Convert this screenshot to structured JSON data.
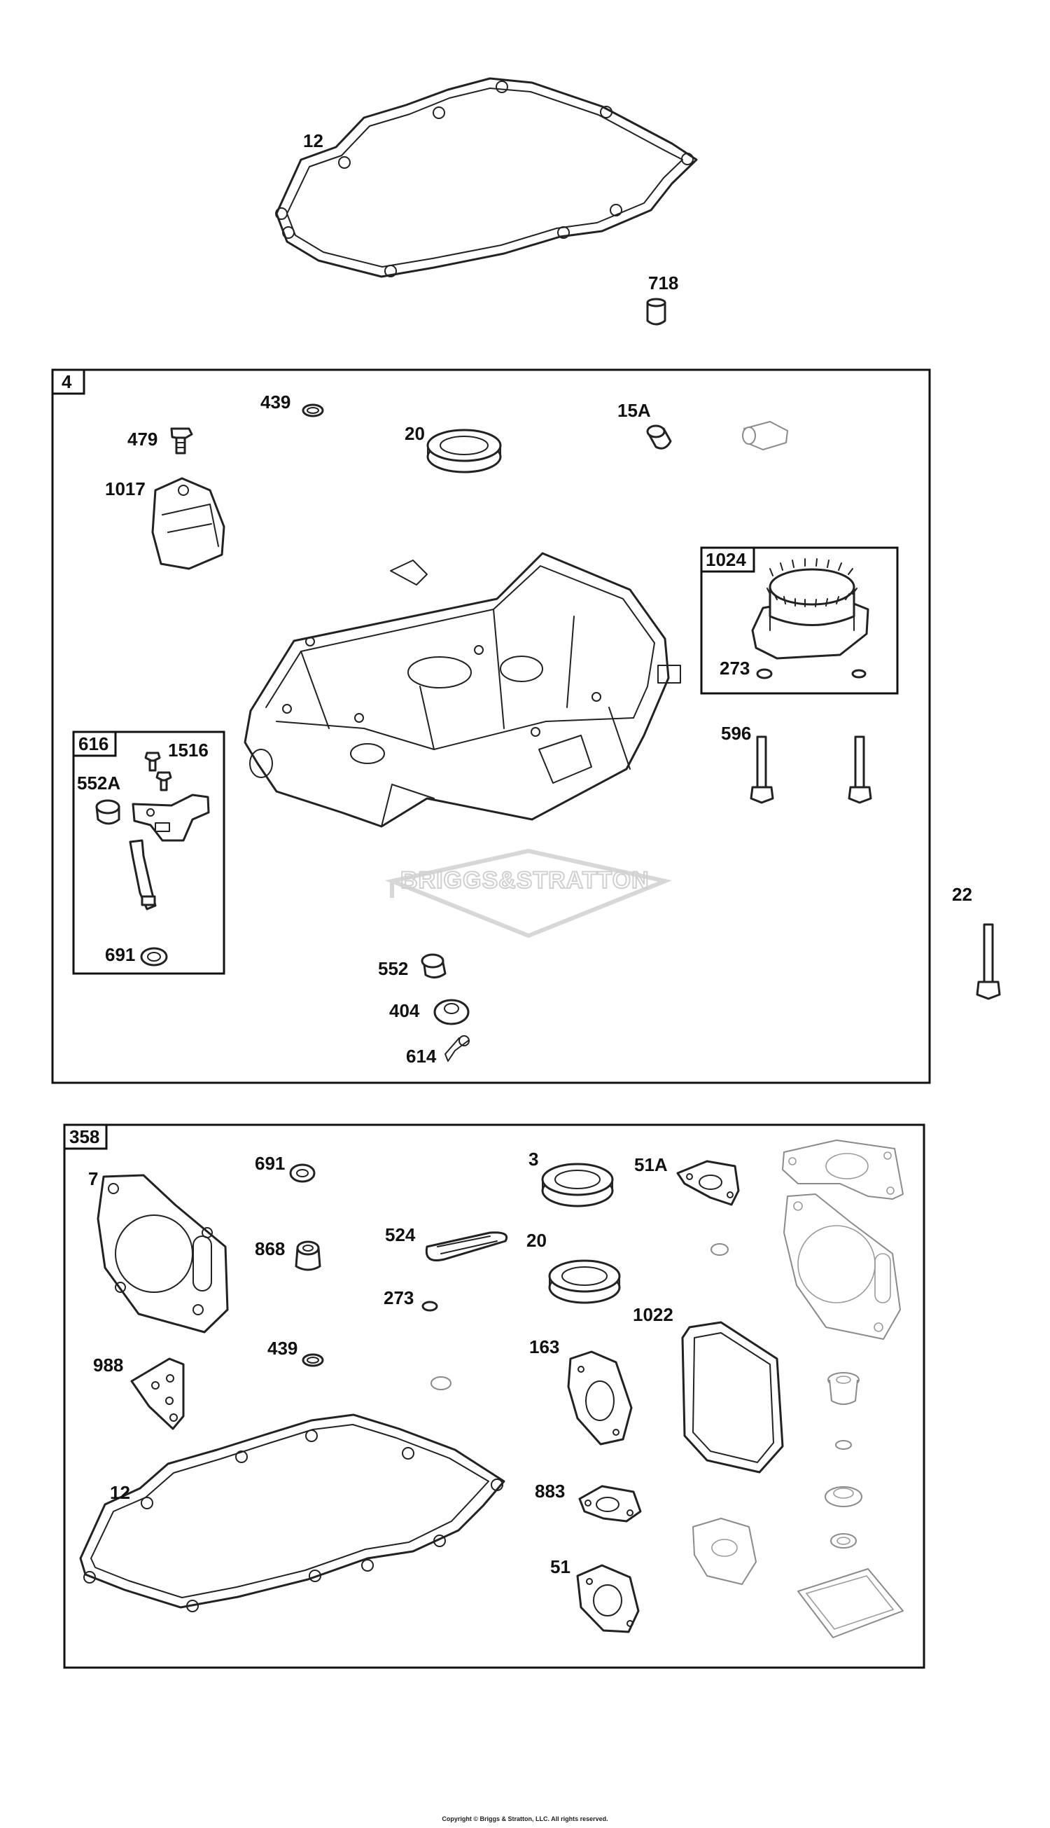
{
  "labels": {
    "p12_top": "12",
    "p718": "718",
    "p439": "439",
    "p20": "20",
    "p15A": "15A",
    "p479": "479",
    "p1017": "1017",
    "p273": "273",
    "p596": "596",
    "p1516": "1516",
    "p552A": "552A",
    "p691": "691",
    "p552": "552",
    "p404": "404",
    "p614": "614",
    "p22": "22",
    "k691": "691",
    "k7": "7",
    "k868": "868",
    "k524": "524",
    "k3": "3",
    "k51A": "51A",
    "k20": "20",
    "k273": "273",
    "k1022": "1022",
    "k439": "439",
    "k163": "163",
    "k988": "988",
    "k12": "12",
    "k883": "883",
    "k51": "51"
  },
  "boxes": {
    "b4": "4",
    "b1024": "1024",
    "b616": "616",
    "b358": "358"
  },
  "watermark": "BRIGGS&STRATTON",
  "copyright": "Copyright © Briggs & Stratton, LLC. All rights reserved."
}
